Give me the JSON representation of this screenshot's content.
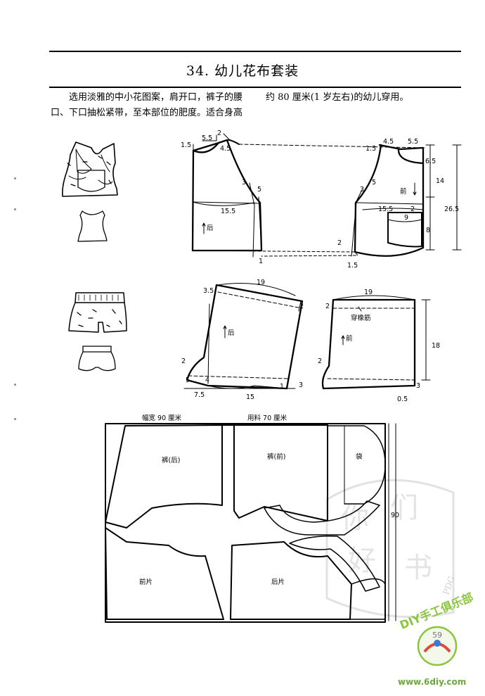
{
  "header": {
    "title": "34. 幼儿花布套装"
  },
  "intro": {
    "line1": "选用淡雅的中小花图案，肩开口，裤子的腰",
    "line2": "口、下口抽松紧带，至本部位的肥度。适合身高",
    "line3": "约 80 厘米(1 岁左右)的幼儿穿用。"
  },
  "top_back": {
    "m_1_5_a": "1.5",
    "m_5_5": "5.5",
    "m_2_a": "2",
    "m_4_5": "4.5",
    "m_3": "3",
    "m_5": "5",
    "m_15_5": "15.5",
    "label": "后",
    "m_1": "1"
  },
  "top_front": {
    "m_4_5": "4.5",
    "m_5_5": "5.5",
    "m_1_5_a": "1.5",
    "m_6_5": "6.5",
    "m_14": "14",
    "m_26_5": "26.5",
    "m_3": "3",
    "m_5": "5",
    "label": "前",
    "m_15_5": "15.5",
    "m_2_a": "2",
    "m_9": "9",
    "m_8": "8",
    "m_1_5_b": "1.5",
    "m_2_b": "2"
  },
  "pants_back": {
    "m_3_5": "3.5",
    "m_19": "19",
    "m_2": "2",
    "label": "后",
    "m_2b": "2",
    "m_5": "5",
    "m_4": "4",
    "m_7_5": "7.5",
    "m_15": "15",
    "m_1": "1",
    "m_3": "3"
  },
  "pants_front": {
    "m_19": "19",
    "m_2": "2",
    "elastic": "穿橡筋",
    "label": "前",
    "m_18": "18",
    "m_2b": "2",
    "m_3": "3",
    "m_0_5": "0.5"
  },
  "layout": {
    "fabric_width": "幅宽 90 厘米",
    "fabric_use": "用料 70 厘米",
    "dim_90": "90",
    "pants_back": "裤(后)",
    "pants_front": "裤(前)",
    "pocket": "袋",
    "front_piece": "前片",
    "back_piece": "后片"
  },
  "footer": {
    "page_number": "59",
    "url": "www.6diy.com",
    "club_name": "DIY手工俱乐部",
    "watermark_pdg": "PDG"
  },
  "colors": {
    "ink": "#000000",
    "watermark": "#d8d8d8",
    "logo_green": "#8bc53f"
  }
}
